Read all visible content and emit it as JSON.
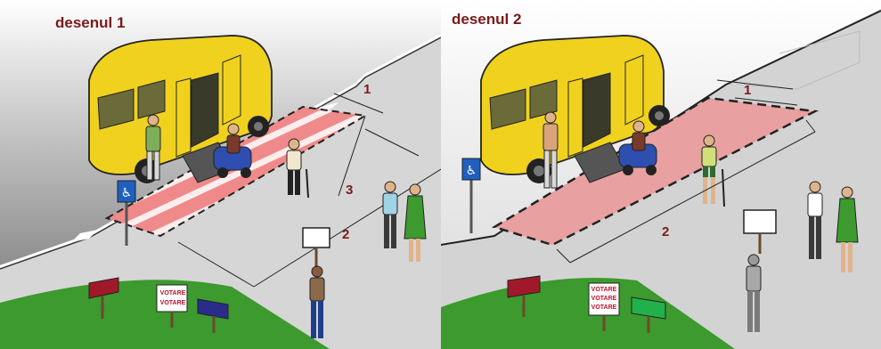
{
  "panels": [
    {
      "title": "desenul 1",
      "dimension_labels": [
        "1",
        "2",
        "3"
      ],
      "sign_text": [
        "VOTARE",
        "VOTARE"
      ]
    },
    {
      "title": "desenul 2",
      "dimension_labels": [
        "1",
        "2"
      ],
      "sign_text": [
        "VOTARE",
        "VOTARE",
        "VOTARE"
      ]
    }
  ],
  "colors": {
    "title": "#7b1a1a",
    "van": "#f0d21e",
    "access_aisle_1": "#f08a8a",
    "access_aisle_2": "#e8a0a0",
    "grass": "#3c9a2e",
    "parking_sign": "#1f5fbf"
  },
  "icons": [
    "wheelchair-accessible-icon"
  ]
}
